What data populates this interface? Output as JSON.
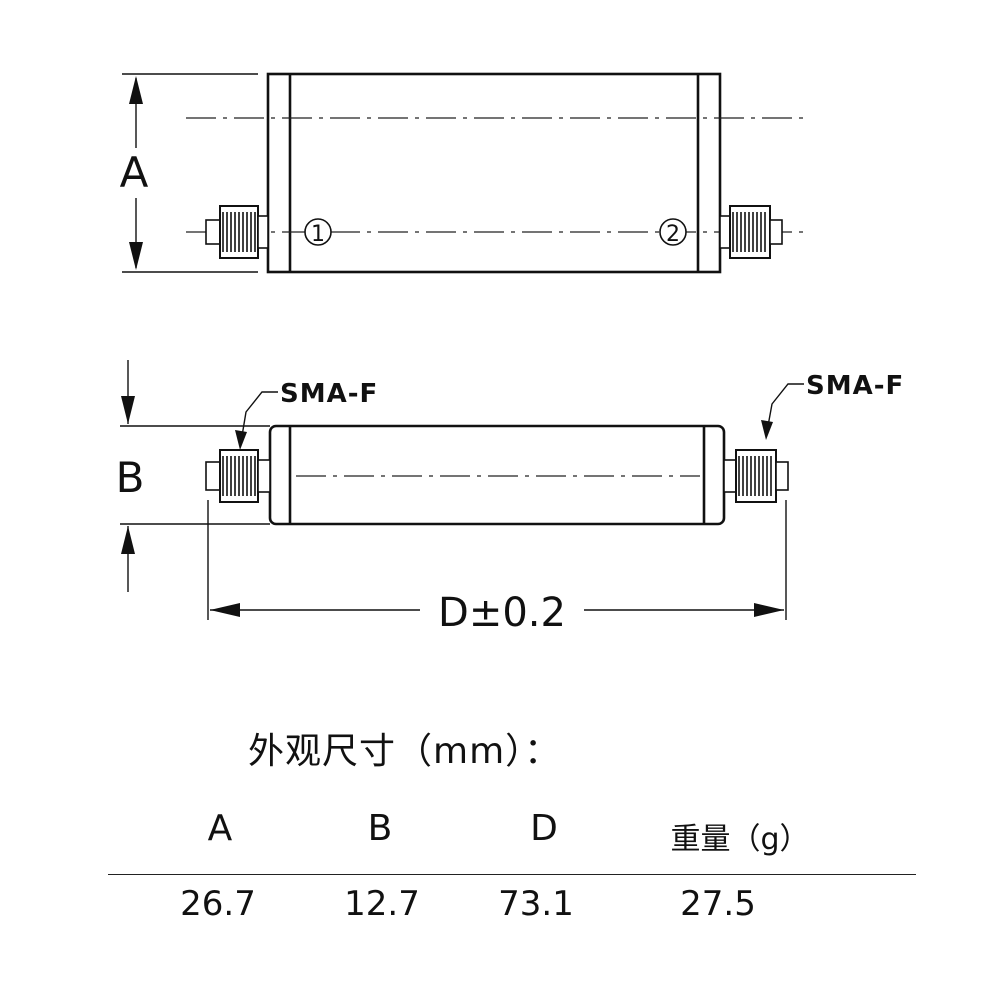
{
  "diagram": {
    "labels": {
      "dim_a": "A",
      "dim_b": "B",
      "dim_d": "D±0.2",
      "port1": "1",
      "port2": "2",
      "connector_left": "SMA-F",
      "connector_right": "SMA-F"
    }
  },
  "dimensions": {
    "title": "外观尺寸（mm）：",
    "columns": [
      "A",
      "B",
      "D",
      "重量（g）"
    ],
    "values": [
      "26.7",
      "12.7",
      "73.1",
      "27.5"
    ]
  }
}
